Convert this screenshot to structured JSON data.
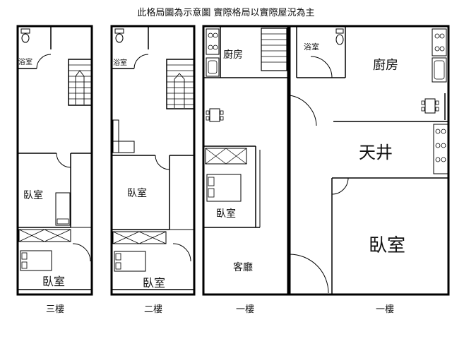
{
  "header": {
    "note": "此格局圖為示意圖 實際格局以實際屋況為主"
  },
  "floors": [
    {
      "caption": "三樓",
      "rooms": {
        "bath": "浴室",
        "bedroom_mid": "臥室",
        "bedroom_front": "臥室"
      }
    },
    {
      "caption": "二樓",
      "rooms": {
        "bath": "浴室",
        "bedroom_mid": "臥室",
        "bedroom_front": "臥室"
      }
    },
    {
      "caption": "一樓",
      "rooms": {
        "kitchen": "廚房",
        "bedroom": "臥室",
        "living": "客廳"
      }
    },
    {
      "caption": "一樓",
      "rooms": {
        "bath": "浴室",
        "kitchen": "廚房",
        "courtyard": "天井",
        "bedroom": "臥室"
      }
    }
  ]
}
